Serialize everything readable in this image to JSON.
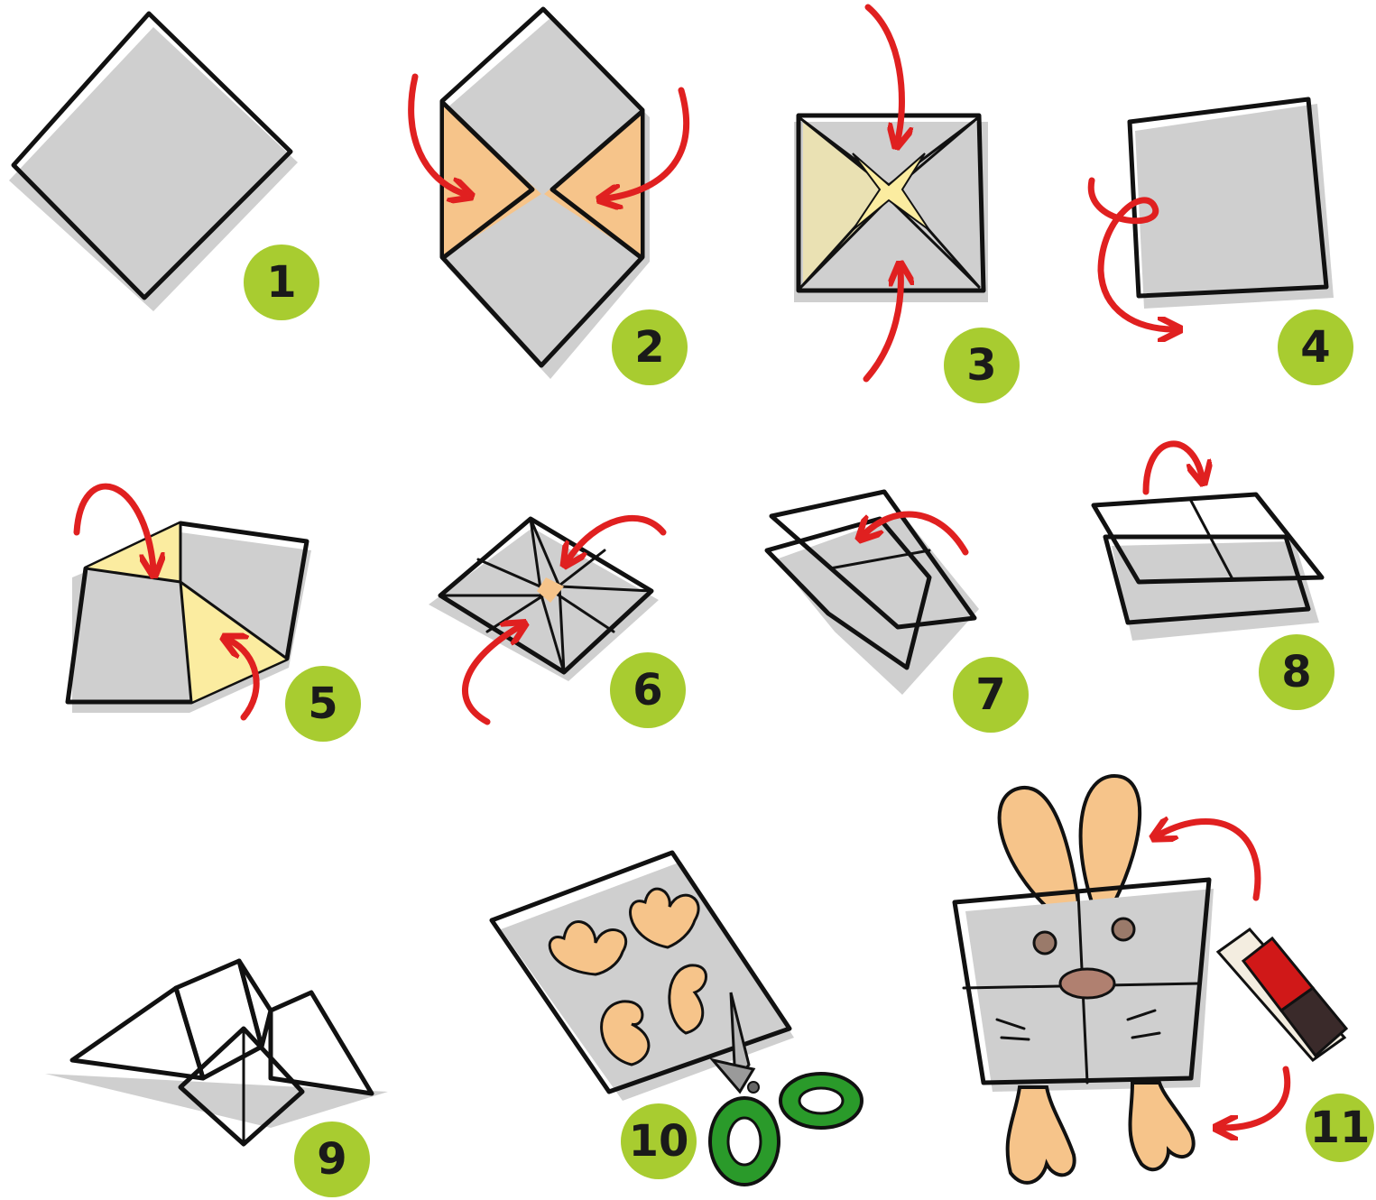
{
  "steps": [
    {
      "number": "1"
    },
    {
      "number": "2"
    },
    {
      "number": "3"
    },
    {
      "number": "4"
    },
    {
      "number": "5"
    },
    {
      "number": "6"
    },
    {
      "number": "7"
    },
    {
      "number": "8"
    },
    {
      "number": "9"
    },
    {
      "number": "10"
    },
    {
      "number": "11"
    }
  ],
  "colors": {
    "paper_light": "#fbeca0",
    "paper_orange": "#f6c48a",
    "arrow": "#e02020",
    "badge": "#a8cc30",
    "outline": "#111111",
    "scissors_handle": "#2a9a2a",
    "glue_band": "#d01818"
  }
}
